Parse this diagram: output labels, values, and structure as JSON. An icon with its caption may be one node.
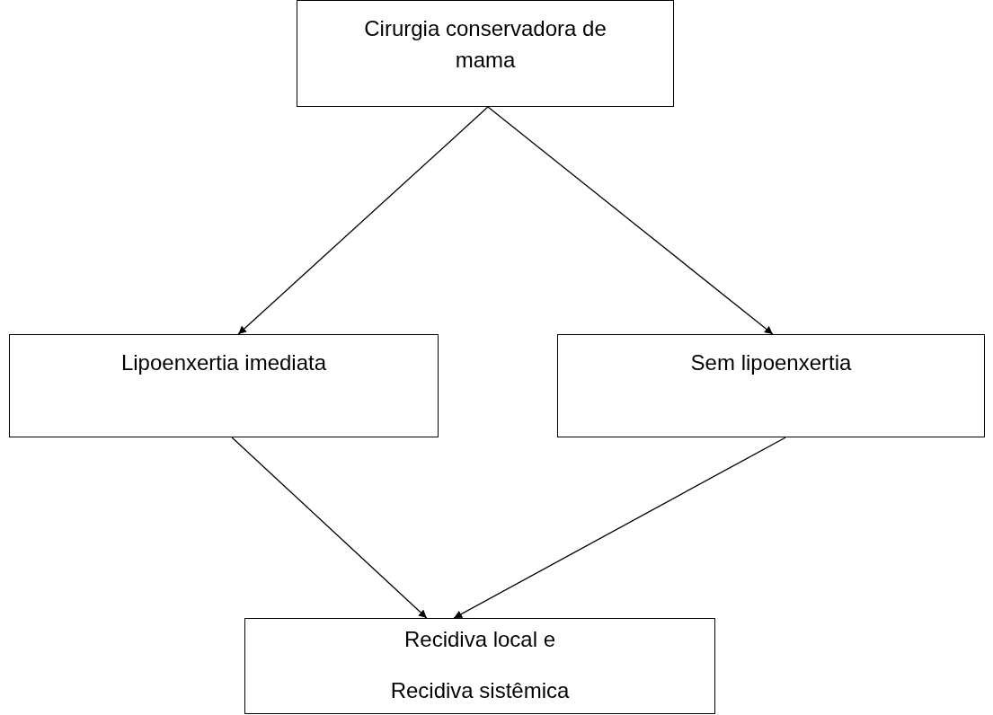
{
  "diagram": {
    "nodes": [
      {
        "text": [
          "Cirurgia conservadora de mama"
        ]
      },
      {
        "text": [
          "Lipoenxertia imediata"
        ]
      },
      {
        "text": [
          "Sem lipoenxertia"
        ]
      },
      {
        "text": [
          "Recidiva local e",
          "Recidiva sistêmica"
        ]
      }
    ],
    "edges": [
      {
        "from": 0,
        "to": 1,
        "arrow": "to"
      },
      {
        "from": 0,
        "to": 2,
        "arrow": "to"
      },
      {
        "from": 1,
        "to": 3,
        "arrow": "to"
      },
      {
        "from": 2,
        "to": 3,
        "arrow": "to"
      }
    ]
  }
}
